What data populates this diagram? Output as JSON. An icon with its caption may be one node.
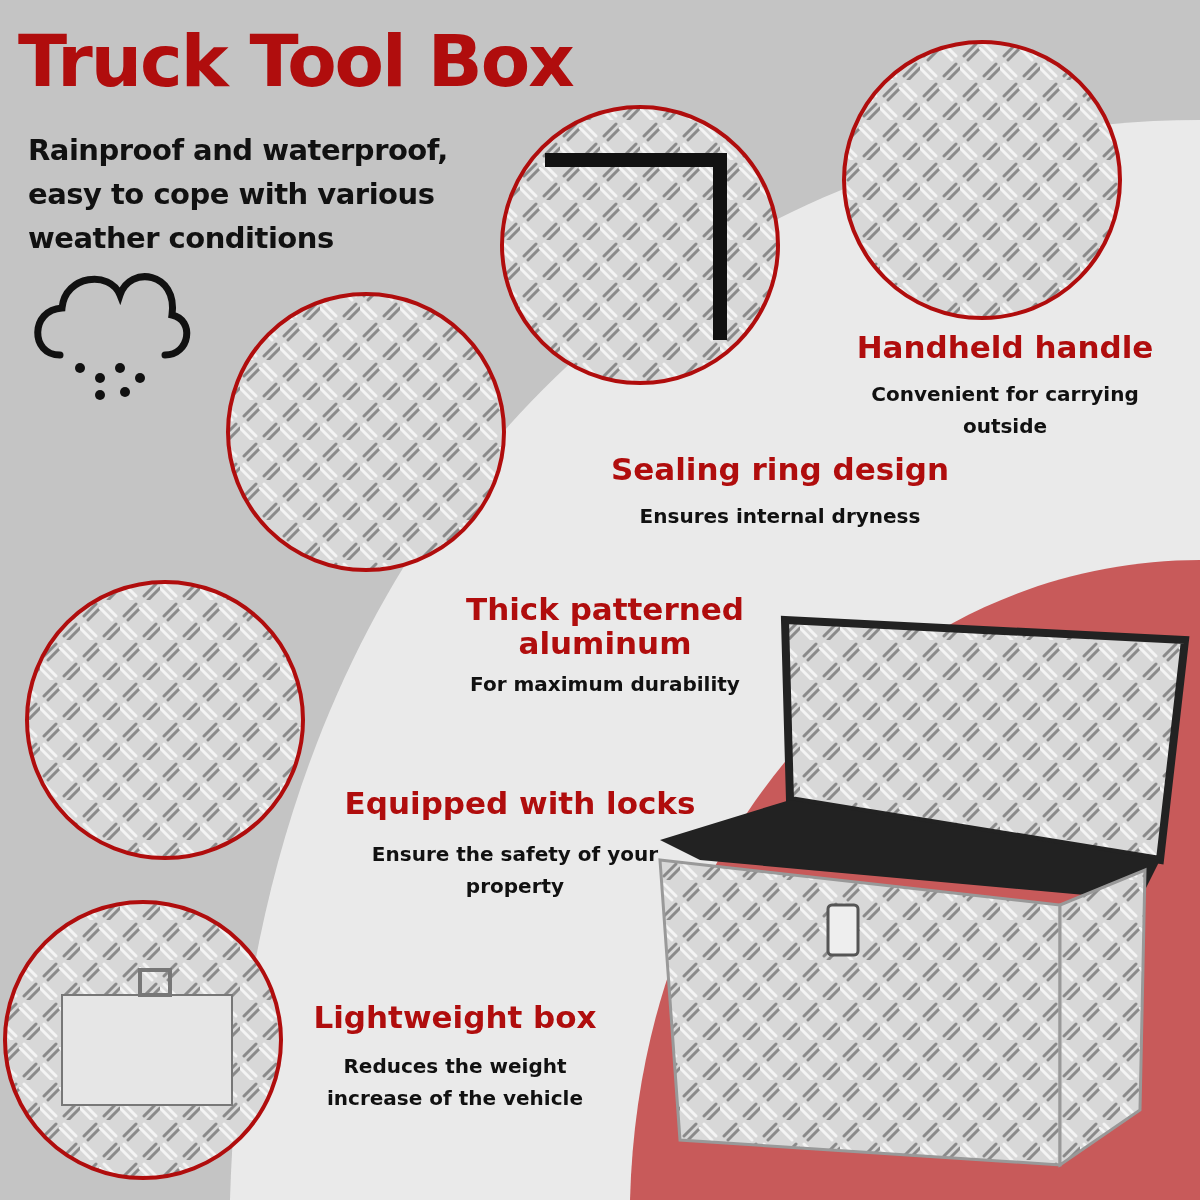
{
  "diagram": {
    "title": "Truck Tool Box",
    "labels": [
      "Rainproof and waterproof, easy to cope with various weather conditions",
      "Handheld handle",
      "Convenient for carrying outside",
      "Sealing ring design",
      "Ensures internal dryness",
      "Thick patterned aluminum",
      "For maximum durability",
      "Equipped with locks",
      "Ensure the safety of your property",
      "Lightweight box",
      "Reduces the weight increase of the vehicle"
    ]
  }
}
